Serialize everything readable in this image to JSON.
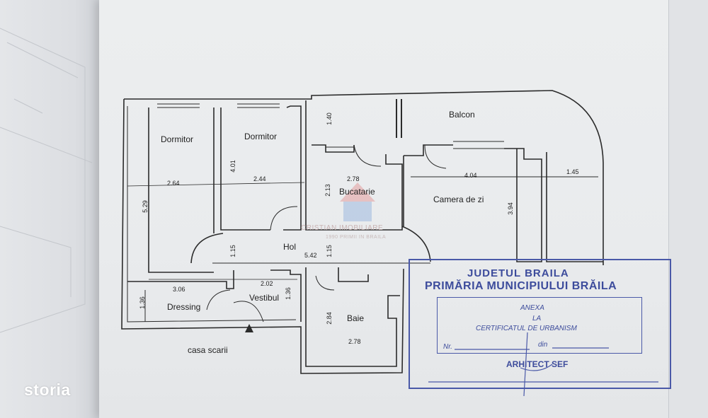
{
  "rooms": {
    "dormitor_1": "Dormitor",
    "dormitor_2": "Dormitor",
    "balcon": "Balcon",
    "bucatarie": "Bucatarie",
    "camera_de_zi": "Camera de zi",
    "hol": "Hol",
    "dressing": "Dressing",
    "vestibul": "Vestibul",
    "baie": "Baie",
    "casa_scarii": "casa scarii"
  },
  "dimensions": {
    "d_264": "2.64",
    "d_244": "2.44",
    "d_278_kitchen": "2.78",
    "d_404": "4.04",
    "d_145": "1.45",
    "d_529": "5.29",
    "d_401": "4.01",
    "d_140": "1.40",
    "d_213": "2.13",
    "d_394": "3.94",
    "d_115_a": "1.15",
    "d_115_b": "1.15",
    "d_542": "5.42",
    "d_306": "3.06",
    "d_202": "2.02",
    "d_136_a": "1.36",
    "d_136_b": "1.36",
    "d_284": "2.84",
    "d_278_bath": "2.78"
  },
  "watermark": {
    "name": "CRISTIAN IMOBILIARE",
    "tagline": "1990 PRIMII IN BRAILA"
  },
  "stamp": {
    "county": "JUDETUL BRAILA",
    "city_hall": "PRIMĂRIA MUNICIPIULUI BRĂILA",
    "anexa": "ANEXA",
    "la": "LA",
    "certificate": "CERTIFICATUL DE URBANISM",
    "nr": "Nr.",
    "din": "din",
    "architect": "ARHITECT SEF"
  },
  "brand": {
    "name": "storia"
  },
  "colors": {
    "stamp_blue": "#4a59a8",
    "wall_line": "#2b2b2b",
    "paper": "#eceeef"
  }
}
